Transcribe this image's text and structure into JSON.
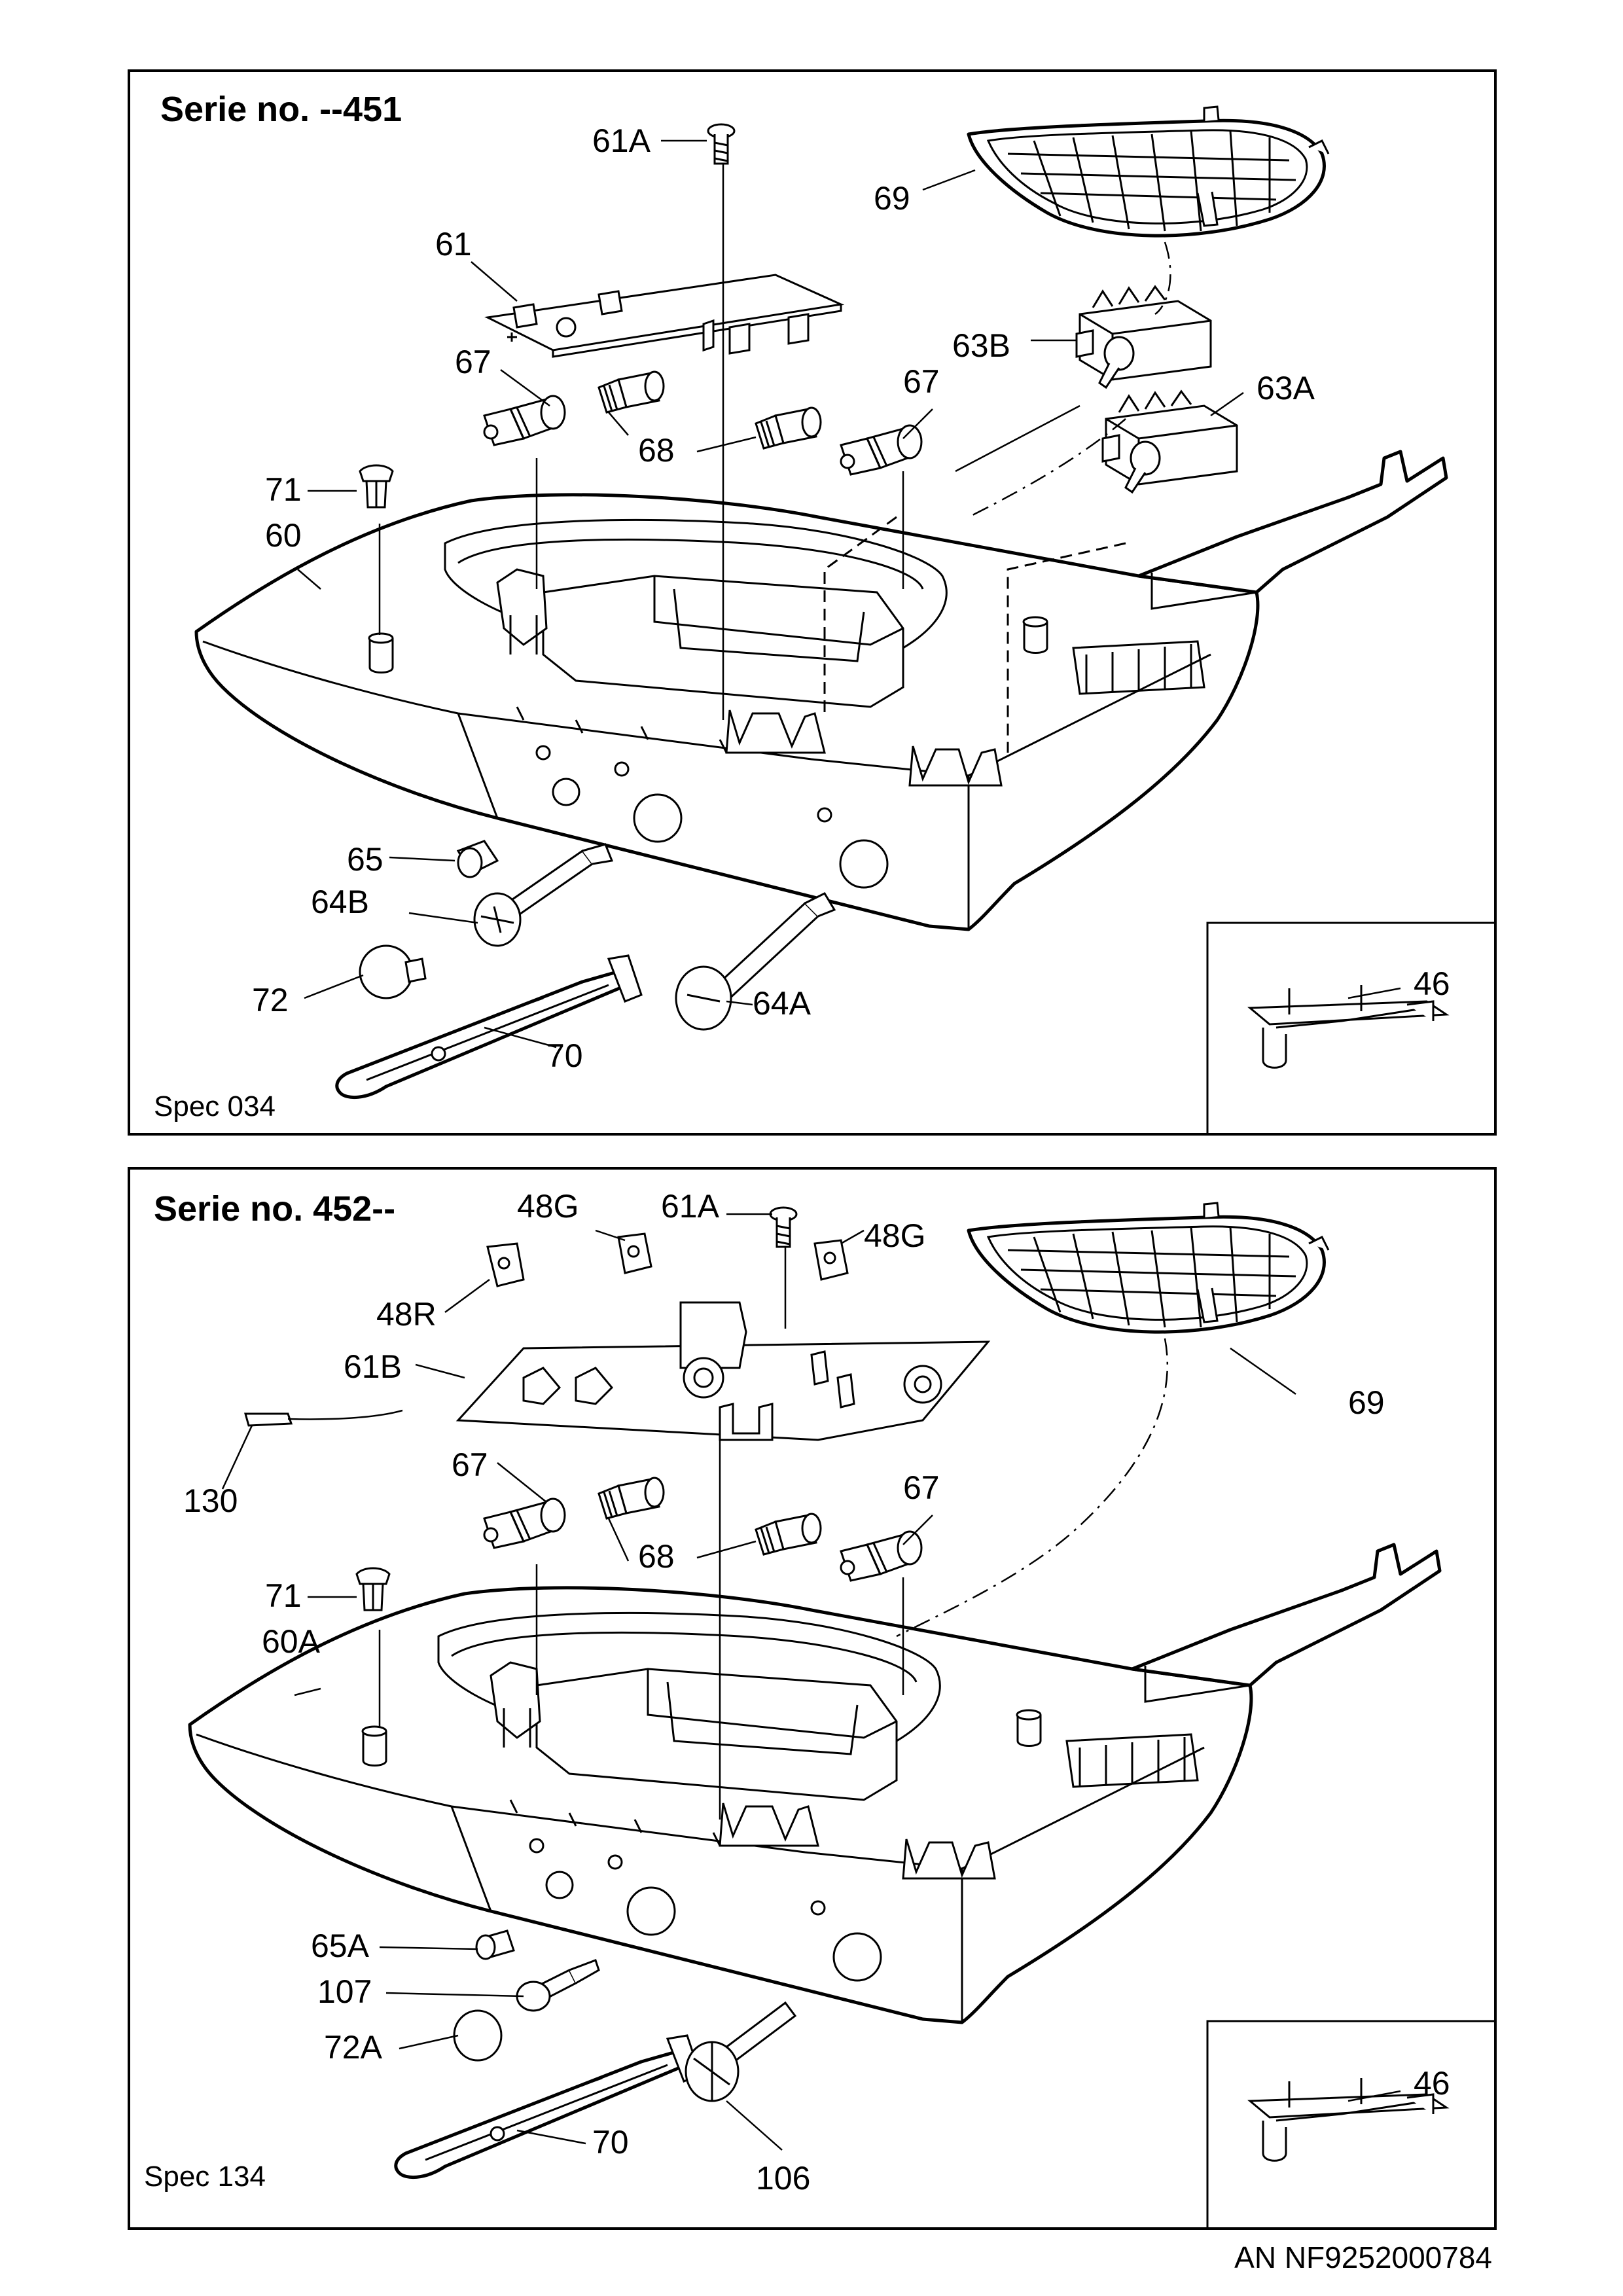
{
  "panel_top": {
    "title": "Serie no. --451",
    "spec": "Spec 034",
    "labels": {
      "p61A": "61A",
      "p69": "69",
      "p61": "61",
      "p63B": "63B",
      "p67a": "67",
      "p67b": "67",
      "p63A": "63A",
      "p68": "68",
      "p71": "71",
      "p60": "60",
      "p65": "65",
      "p64B": "64B",
      "p72": "72",
      "p64A": "64A",
      "p70": "70",
      "p46": "46"
    }
  },
  "panel_bottom": {
    "title": "Serie no. 452--",
    "spec": "Spec 134",
    "labels": {
      "p48Ga": "48G",
      "p61A": "61A",
      "p48Gb": "48G",
      "p48R": "48R",
      "p61B": "61B",
      "p69": "69",
      "p130": "130",
      "p67a": "67",
      "p67b": "67",
      "p68": "68",
      "p71": "71",
      "p60A": "60A",
      "p65A": "65A",
      "p107": "107",
      "p72A": "72A",
      "p70": "70",
      "p106": "106",
      "p46": "46"
    }
  },
  "document_id": "AN  NF9252000784"
}
